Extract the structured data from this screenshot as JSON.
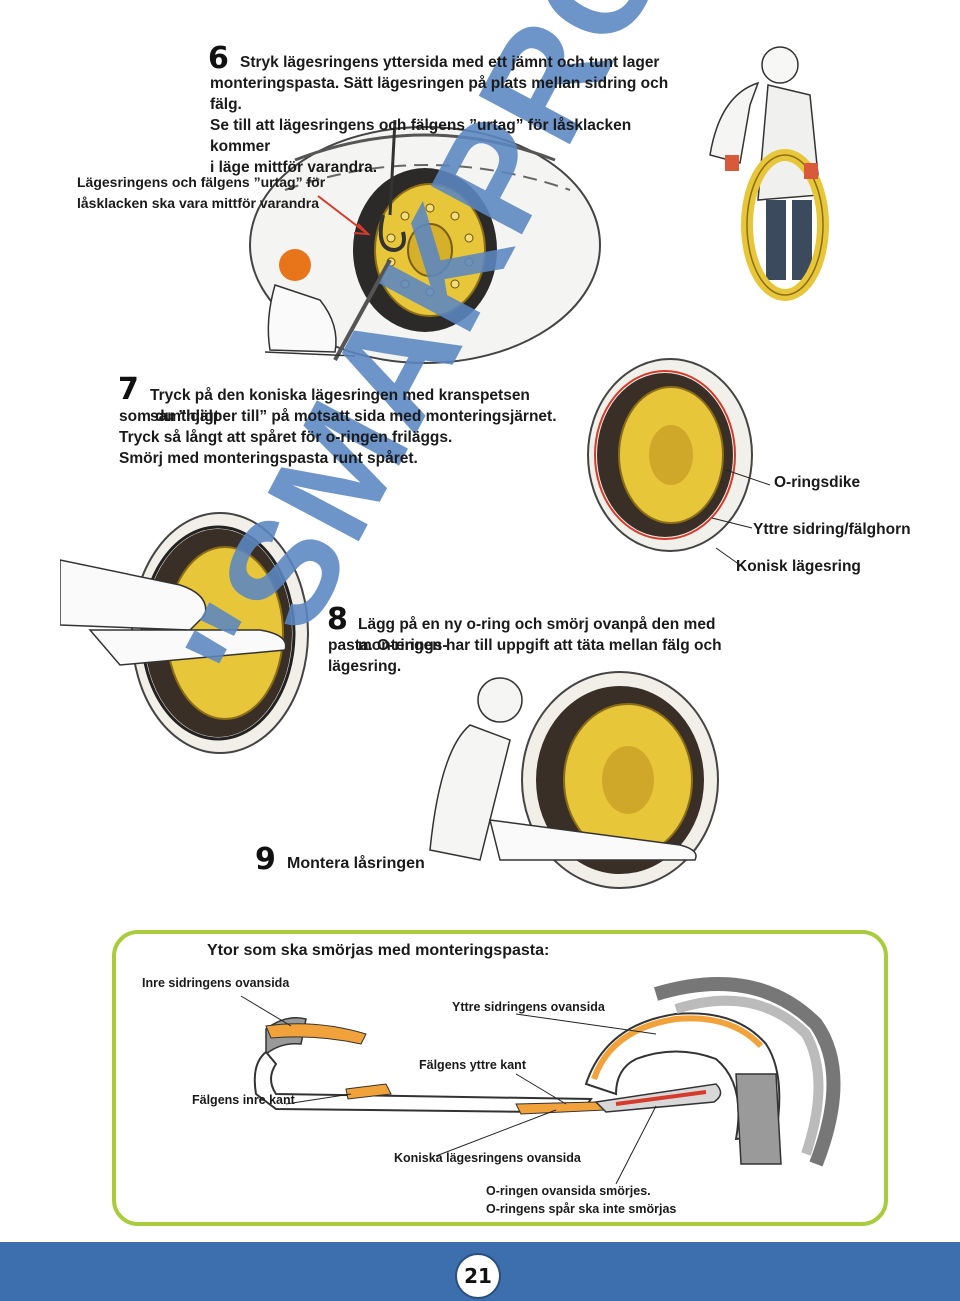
{
  "step6": {
    "number": "6",
    "lines": [
      "Stryk lägesringens yttersida med ett jämnt och tunt lager",
      "monteringspasta. Sätt lägesringen på plats mellan sidring och fälg.",
      "Se till att lägesringens och fälgens ”urtag” för låsklacken kommer",
      "i läge mittför varandra."
    ]
  },
  "callout_urtag": {
    "lines": [
      "Lägesringens och fälgens ”urtag” för",
      "låsklacken ska vara mittför varandra"
    ]
  },
  "step7": {
    "number": "7",
    "lines": [
      "Tryck på den koniska lägesringen med kranspetsen samtidigt",
      "som du ”hjälper till” på motsatt sida med monteringsjärnet.",
      "Tryck så långt att spåret för o-ringen friläggs.",
      "Smörj med monteringspasta runt spåret."
    ]
  },
  "labels": {
    "oringsdike": "O-ringsdike",
    "yttre_sidring": "Yttre sidring/fälghorn",
    "konisk_lagesring": "Konisk lägesring"
  },
  "step8": {
    "number": "8",
    "lines": [
      "Lägg på en ny o-ring och smörj ovanpå den med monterings-",
      "pasta. O-ringen har till uppgift att täta mellan fälg och lägesring."
    ]
  },
  "step9": {
    "number": "9",
    "text": "Montera låsringen"
  },
  "lubrication": {
    "title": "Ytor som ska smörjas med monteringspasta:",
    "inre_sidring": "Inre sidringens ovansida",
    "yttre_sidring": "Yttre sidringens ovansida",
    "falgens_yttre": "Fälgens yttre kant",
    "falgens_inre": "Fälgens inre kant",
    "koniska": "Koniska lägesringens ovansida",
    "oring_line1": "O-ringen ovansida smörjes.",
    "oring_line2": "O-ringens spår ska inte smörjas"
  },
  "watermark": "\"SMAKPROV\"",
  "page_number": "21",
  "colors": {
    "accent_blue": "#3d6fae",
    "frame_green": "#a9cc3c",
    "rim_yellow": "#e8c63a",
    "lube_orange": "#f2a23a",
    "arrow_red": "#d63a2a"
  }
}
